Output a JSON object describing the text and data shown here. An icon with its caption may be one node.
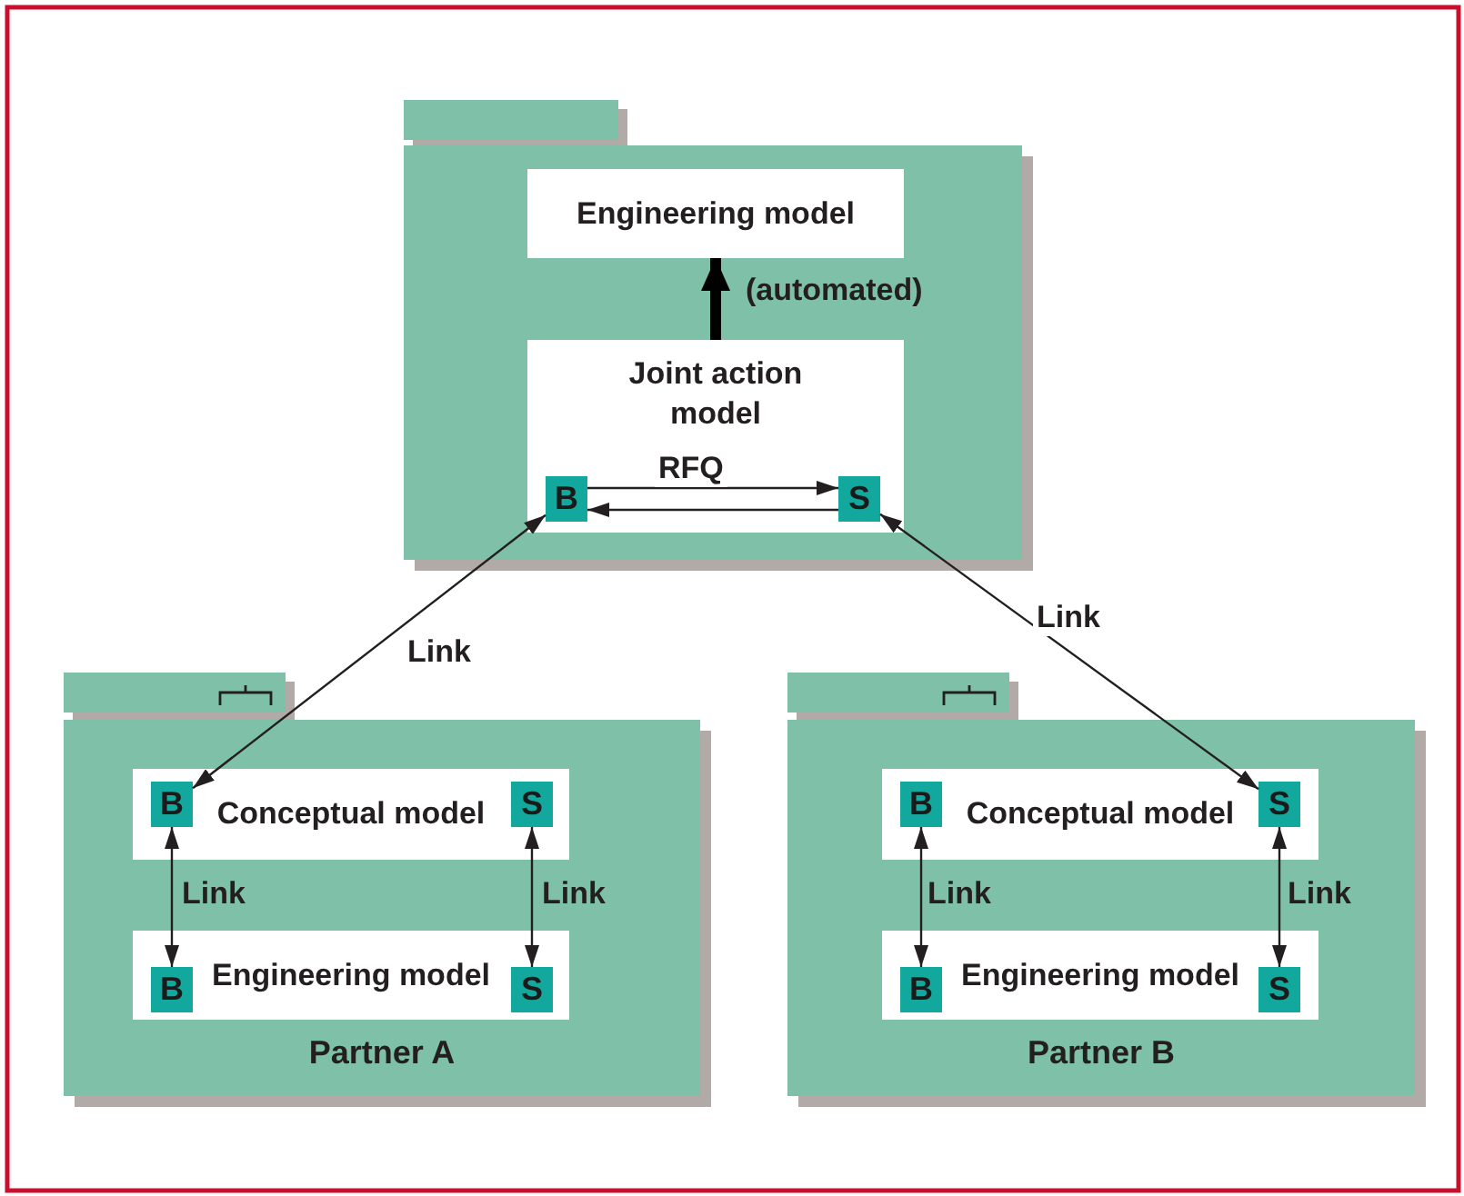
{
  "diagram": {
    "nodes": [
      {
        "text": [],
        "shape": "folder"
      },
      {
        "text": [
          "Engineering model"
        ],
        "in": 0
      },
      {
        "text": [
          "Joint action model"
        ],
        "in": 0
      },
      {
        "text": [
          "B"
        ],
        "in": 2
      },
      {
        "text": [
          "S"
        ],
        "in": 2
      },
      {
        "text": [
          "Partner A"
        ]
      },
      {
        "text": [
          "Conceptual model"
        ],
        "in": 5
      },
      {
        "text": [
          "B"
        ],
        "in": 6
      },
      {
        "text": [
          "S"
        ],
        "in": 6
      },
      {
        "text": [
          "Engineering model"
        ],
        "in": 5
      },
      {
        "text": [
          "B"
        ],
        "in": 9
      },
      {
        "text": [
          "S"
        ],
        "in": 9
      },
      {
        "text": [
          "Partner B"
        ]
      },
      {
        "text": [
          "Conceptual model"
        ],
        "in": 12
      },
      {
        "text": [
          "B"
        ],
        "in": 13
      },
      {
        "text": [
          "S"
        ],
        "in": 13
      },
      {
        "text": [
          "Engineering model"
        ],
        "in": 12
      },
      {
        "text": [
          "B"
        ],
        "in": 16
      },
      {
        "text": [
          "S"
        ],
        "in": 16
      }
    ],
    "edges": [
      {
        "from": 2,
        "to": 1,
        "arrow": "to",
        "label": "(automated)",
        "style": "thick"
      },
      {
        "from": 3,
        "to": 4,
        "arrow": "to",
        "label": "RFQ"
      },
      {
        "from": 4,
        "to": 3,
        "arrow": "to"
      },
      {
        "from": 3,
        "to": 7,
        "arrow": "both",
        "label": "Link"
      },
      {
        "from": 4,
        "to": 15,
        "arrow": "both",
        "label": "Link"
      },
      {
        "from": 7,
        "to": 10,
        "arrow": "both",
        "label": "Link"
      },
      {
        "from": 8,
        "to": 11,
        "arrow": "both",
        "label": "Link"
      },
      {
        "from": 14,
        "to": 17,
        "arrow": "both",
        "label": "Link"
      },
      {
        "from": 15,
        "to": 18,
        "arrow": "both",
        "label": "Link"
      }
    ]
  }
}
